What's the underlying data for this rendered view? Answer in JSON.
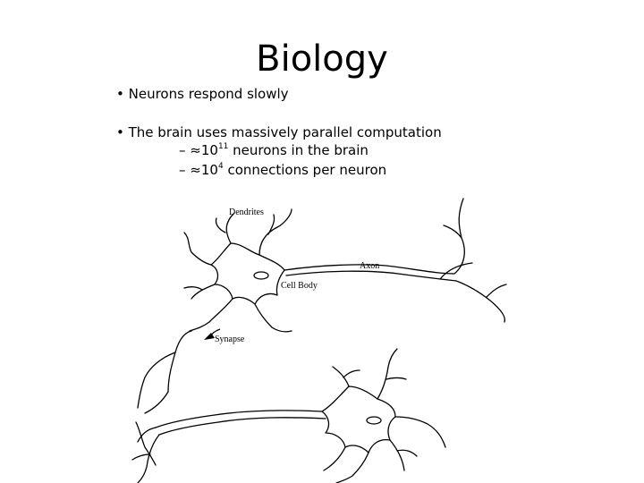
{
  "slide": {
    "title": "Biology",
    "bullets": [
      {
        "marker": "•",
        "text": "Neurons respond slowly"
      },
      {
        "marker": "•",
        "text": "The brain uses massively parallel computation"
      }
    ],
    "sub_bullets": [
      {
        "dash": "–",
        "approx": "≈",
        "base": "10",
        "exponent": "11",
        "text": " neurons in the brain"
      },
      {
        "dash": "–",
        "approx": "≈",
        "base": "10",
        "exponent": "4",
        "text": " connections per neuron"
      }
    ]
  },
  "figure": {
    "labels": {
      "dendrites": "Dendrites",
      "axon": "Axon",
      "cell_body": "Cell Body",
      "synapse": "Synapse"
    }
  }
}
